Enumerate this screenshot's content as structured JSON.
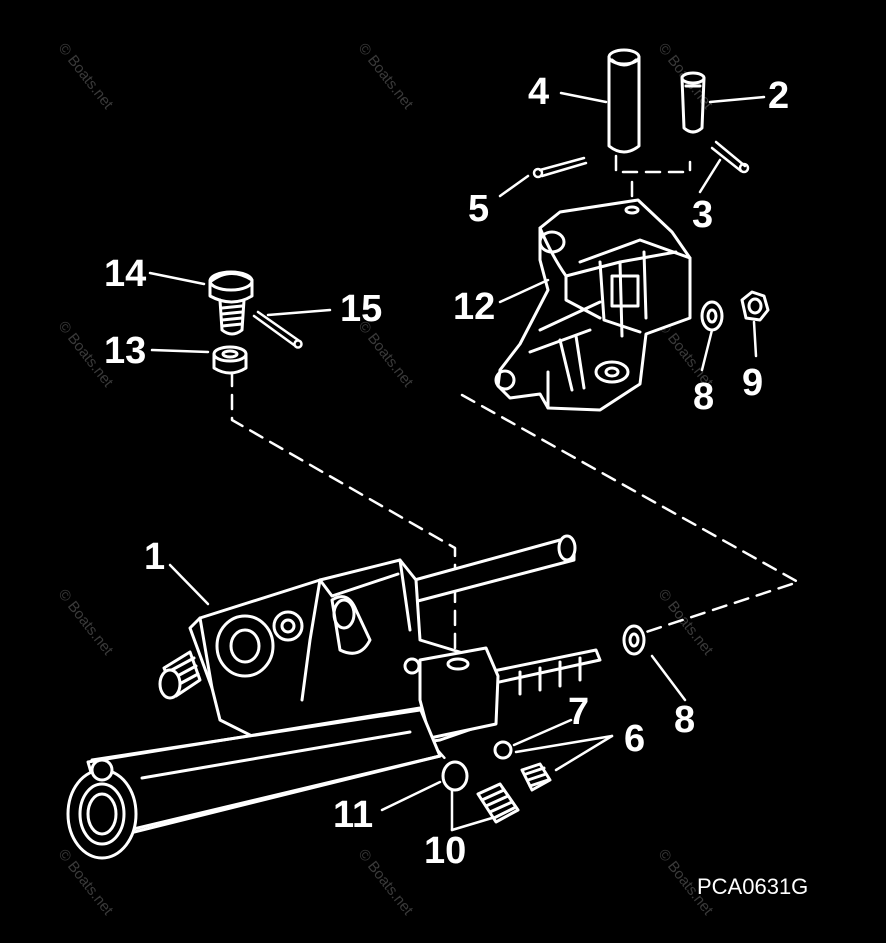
{
  "diagram": {
    "part_code": "PCA0631G",
    "watermark": "© Boats.net",
    "callouts": {
      "c1": "1",
      "c2": "2",
      "c3": "3",
      "c4": "4",
      "c5": "5",
      "c6": "6",
      "c7": "7",
      "c8a": "8",
      "c8b": "8",
      "c9": "9",
      "c10": "10",
      "c11": "11",
      "c12": "12",
      "c13": "13",
      "c14": "14",
      "c15": "15"
    },
    "colors": {
      "background": "#000000",
      "line": "#ffffff",
      "watermark": "#3a3a3a"
    }
  }
}
